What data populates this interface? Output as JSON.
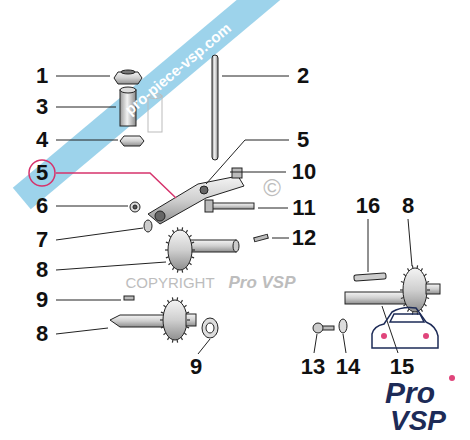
{
  "diagram": {
    "labels": [
      "pro-piece-vsp.com",
      "1",
      "2",
      "3",
      "4",
      "5",
      "5",
      "10",
      "6",
      "11",
      "7",
      "12",
      "8",
      "16",
      "8",
      "©",
      "COPYRIGHT",
      "Pro VSP",
      "9",
      "8",
      "9",
      "13",
      "14",
      "15",
      "Pro",
      "VSP"
    ]
  }
}
